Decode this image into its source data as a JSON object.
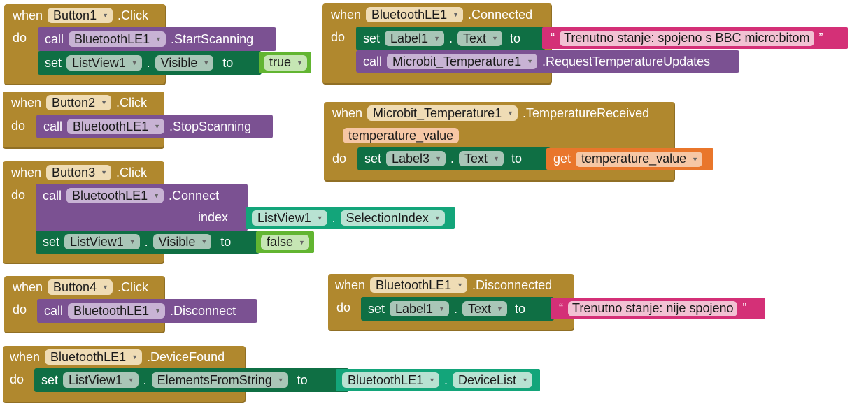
{
  "ui": {
    "when": "when",
    "do": "do",
    "call": "call",
    "set": "set",
    "to": "to",
    "get": "get",
    "dot": ".",
    "index": "index",
    "quote_open": "“",
    "quote_close": "”"
  },
  "blocks": {
    "button1_click": {
      "component": "Button1",
      "event": ".Click",
      "call_component": "BluetoothLE1",
      "call_method": ".StartScanning",
      "set_component": "ListView1",
      "set_property": "Visible",
      "set_value": "true"
    },
    "button2_click": {
      "component": "Button2",
      "event": ".Click",
      "call_component": "BluetoothLE1",
      "call_method": ".StopScanning"
    },
    "button3_click": {
      "component": "Button3",
      "event": ".Click",
      "call_component": "BluetoothLE1",
      "call_method": ".Connect",
      "arg_component": "ListView1",
      "arg_property": "SelectionIndex",
      "set_component": "ListView1",
      "set_property": "Visible",
      "set_value": "false"
    },
    "button4_click": {
      "component": "Button4",
      "event": ".Click",
      "call_component": "BluetoothLE1",
      "call_method": ".Disconnect"
    },
    "device_found": {
      "component": "BluetoothLE1",
      "event": ".DeviceFound",
      "set_component": "ListView1",
      "set_property": "ElementsFromString",
      "value_component": "BluetoothLE1",
      "value_property": "DeviceList"
    },
    "connected": {
      "component": "BluetoothLE1",
      "event": ".Connected",
      "set_component": "Label1",
      "set_property": "Text",
      "set_value": "Trenutno stanje: spojeno s BBC micro:bitom",
      "call_component": "Microbit_Temperature1",
      "call_method": ".RequestTemperatureUpdates"
    },
    "temp_received": {
      "component": "Microbit_Temperature1",
      "event": ".TemperatureReceived",
      "param": "temperature_value",
      "set_component": "Label3",
      "set_property": "Text",
      "get_var": "temperature_value"
    },
    "disconnected": {
      "component": "BluetoothLE1",
      "event": ".Disconnected",
      "set_component": "Label1",
      "set_property": "Text",
      "set_value": "Trenutno stanje: nije spojeno"
    }
  },
  "colors": {
    "event": "#b0882e",
    "call": "#7b5192",
    "set": "#0f6f44",
    "component_value": "#13a57a",
    "logic": "#62b531",
    "text": "#d43077",
    "variable": "#e9762b"
  }
}
